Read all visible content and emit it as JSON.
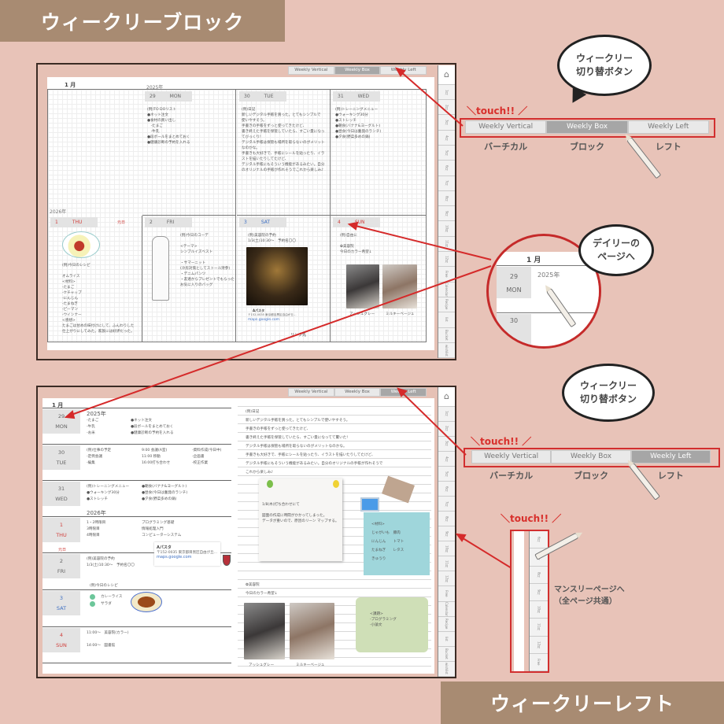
{
  "banners": {
    "top": "ウィークリーブロック",
    "bottom": "ウィークリーレフト"
  },
  "tabs": [
    "Weekly Vertical",
    "Weekly Box",
    "Weekly Left"
  ],
  "sidebar": {
    "home_icon": "home-icon",
    "items": [
      "1月",
      "2月",
      "3月",
      "4月",
      "5月",
      "6月",
      "7月",
      "8月",
      "9月",
      "10月",
      "11月",
      "12月",
      "Free",
      "Calendar",
      "Recipe",
      "list",
      "Bucket",
      "wishlist"
    ]
  },
  "block": {
    "month": "1 月",
    "year_top": "2025年",
    "year_bottom": "2026年",
    "days": [
      {
        "num": "29",
        "dow": "MON",
        "notes": [
          "(例)TO DOリスト",
          "●ネット注文",
          "●食材の買い出し",
          "　-たまご",
          "　-牛乳",
          "●段ボールをまとめておく",
          "●健康診断の予約を入れる"
        ]
      },
      {
        "num": "30",
        "dow": "TUE",
        "notes": [
          "(例)日記",
          "新しいデジタル手帳を買った。とてもシンプルで",
          "使いやすそう。",
          "手書きの手帳をずっと使ってきたけど、",
          "書き終えた手帳を保管していたら、すごい量になっ",
          "てびっくり!",
          "デジタル手帳は保管も場所を取らないのがメリット",
          "なのかな。",
          "手書きも大好きで、手帳にシールを貼ったり、イラ",
          "ストを描いたりしてたけど、",
          "デジタル手帳にもそういう機能があるみたい。自分",
          "のオリジナルの手帳が作れそうでこれから楽しみ♪"
        ]
      },
      {
        "num": "31",
        "dow": "WED",
        "notes": [
          "(例)トレーニングメニュー",
          "●ウォーキング30分",
          "●ストレッチ",
          "●朝食(バナナ&ヨーグルト)",
          "●昼食(今日は奮発のランチ)",
          "●夕食(野菜多めの鍋)"
        ]
      },
      {
        "num": "1",
        "dow": "THU",
        "holiday": "元日",
        "notes": [
          "(例)今日のレシピ",
          "",
          "オムライス",
          "<材料>",
          "-たまご",
          "-ケチャップ",
          "-にんじん",
          "-たまねぎ",
          "-ピーマン",
          "-ウインナー",
          "<感想>",
          "たまごは甘めの味付けにして、ふんわりした",
          "仕上がりにしてみた。家族には好評だった。"
        ]
      },
      {
        "num": "2",
        "dow": "FRI",
        "notes": [
          "(例)今日のコーデ",
          "",
          "<テーマ>",
          "シンプルイズベスト",
          "",
          "・サマーニット",
          "(冷房対策としてストール持参)",
          "・デニムパンツ",
          "・友達からプレゼントでもらった",
          "お気に入りのバッグ"
        ]
      },
      {
        "num": "3",
        "dow": "SAT",
        "notes": [
          "(例)美容院の予約",
          "1/3(土)10:30〜　予約名〇〇"
        ],
        "place": "Aパスタ",
        "address": "〒152-0035 東京都目黒区自由が丘…",
        "link": "maps.google.com",
        "link_note": "リンク先"
      },
      {
        "num": "4",
        "dow": "SUN",
        "notes": [
          "(例)自由に",
          "",
          "✿美容院",
          "今日のカラー希望↓"
        ],
        "captions": [
          "アッシュグレー",
          "ミルキーベージュ"
        ]
      }
    ]
  },
  "left": {
    "month": "1 月",
    "rows": [
      {
        "num": "29",
        "dow": "MON",
        "year": "2025年",
        "cols": [
          [
            "-たまご",
            "-牛乳",
            "-お米"
          ],
          [
            "●ネット注文",
            "●段ボールをまとめておく",
            "●健康診断の予約を入れる"
          ]
        ]
      },
      {
        "num": "30",
        "dow": "TUE",
        "cols": [
          [
            "(例)仕事の予定",
            "-定例会議",
            "-編集"
          ],
          [
            "9:00 会議(A室)",
            "11:00 移動",
            "16:00打ち合わせ"
          ],
          [
            "-資料作成(今日中)",
            "-企画書",
            "-校正作業"
          ]
        ]
      },
      {
        "num": "31",
        "dow": "WED",
        "cols": [
          [
            "(例)トレーニングメニュー",
            "●ウォーキング30分",
            "●ストレッチ"
          ],
          [
            "●朝食(バナナ&ヨーグルト)",
            "●昼食(今日は奮発のランチ)",
            "●夕食(野菜多めの鍋)"
          ]
        ]
      },
      {
        "num": "1",
        "dow": "THU",
        "holiday": "元日",
        "year": "2026年",
        "cols": [
          [
            "1・2時限目",
            "3時限目",
            "4時限目"
          ],
          [
            "プログラミング基礎",
            "情報処理入門",
            "コンピューターシステム"
          ]
        ]
      },
      {
        "num": "2",
        "dow": "FRI",
        "cols": [
          [
            "(例)美容院の予約",
            "1/3(土)10:30〜　予約名〇〇"
          ]
        ],
        "place": "Aパスタ",
        "address": "〒152-0035 東京都目黒区自由が丘…",
        "link": "maps.google.com"
      },
      {
        "num": "3",
        "dow": "SAT",
        "heading": "(例)今日のレシピ",
        "cols": [
          [
            "カレーライス",
            "サラダ"
          ]
        ]
      },
      {
        "num": "4",
        "dow": "SUN",
        "cols": [
          [
            "11:00〜　美容院(カラー)",
            "",
            "14:00〜　図書館"
          ]
        ]
      }
    ],
    "diary": [
      "(例)日記",
      "新しいデジタル手帳を買った。とてもシンプルで使いやすそう。",
      "手書きの手帳をずっと使ってきたけど、",
      "書き終えた手帳を保管していたら、すごい量になってて驚いた!",
      "デジタル手帳は保管も場所を取らないのがメリットなのかな。",
      "手書きも大好きで、手帳にシールを貼ったり、イラストを描いたりしてたけど、",
      "デジタル手帳にもそういう機能があるみたい。自分のオリジナルの手帳が作れそうで",
      "これから楽しみ♪"
    ],
    "memo": [
      "1/8(木)打ち合わせにて",
      "",
      "図面の作成に時間がかかってしまった。",
      "データが重いので、原因のリーン マップする。"
    ],
    "ingredients": [
      "<材料>",
      "じゃがいも　豚肉",
      "にんじん　　トマト",
      "たまねぎ　　レタス",
      "きゅうり"
    ],
    "tasks": [
      "<課題>",
      "-プログラミング",
      "-小論文"
    ],
    "salon": [
      "✿美容院",
      "今日のカラー希望↓"
    ],
    "captions": [
      "アッシュグレー",
      "ミルキーベージュ"
    ]
  },
  "callouts": {
    "switch_bubble": [
      "ウィークリー",
      "切り替ボタン"
    ],
    "touch": "＼touch!! ／",
    "segment_labels": [
      "バーチカル",
      "ブロック",
      "レフト"
    ],
    "daily_bubble": [
      "デイリーの",
      "ページへ"
    ],
    "zoom_month": "1 月",
    "zoom_num": "29",
    "zoom_dow": "MON",
    "zoom_year": "2025年",
    "zoom_next": "30",
    "monthly_tabs": [
      "6月",
      "7月",
      "8月",
      "9月",
      "10月",
      "11月",
      "12月",
      "Free"
    ],
    "monthly_note": [
      "マンスリーページへ",
      "（全ページ共通）"
    ]
  },
  "colors": {
    "background": "#e8c3b8",
    "banner": "#a88b72",
    "accent_red": "#d22f2f",
    "tab_active": "#a7a7a7",
    "sunday": "#d0403d",
    "saturday": "#3d6fc2"
  }
}
